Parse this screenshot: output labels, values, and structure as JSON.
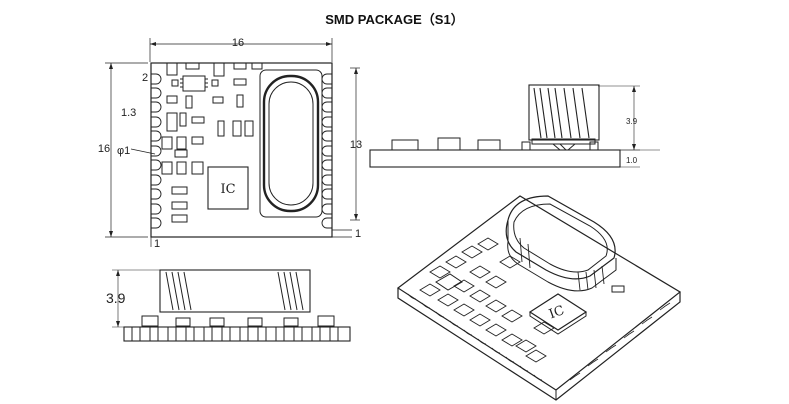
{
  "title": "SMD PACKAGE（S1）",
  "top_view": {
    "width_label": "16",
    "height_left_label": "16",
    "height_right_label": "13",
    "pad_top_label": "2",
    "pad_pitch_label": "1.3",
    "hole_label": "φ1",
    "bottom_left_label": "1",
    "bottom_right_label": "1",
    "ic_label": "IC"
  },
  "side_view_right": {
    "height_label": "3.9",
    "thickness_label": "1.0"
  },
  "side_view_bottom": {
    "height_label": "3.9"
  },
  "iso_view": {
    "ic_label": "IC"
  }
}
